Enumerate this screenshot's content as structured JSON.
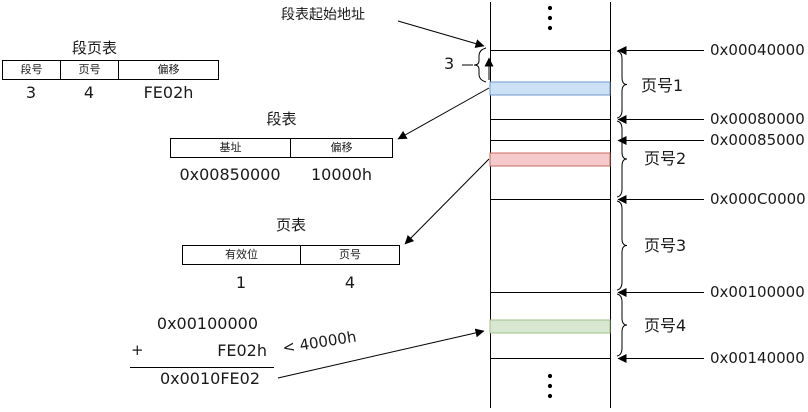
{
  "tables": {
    "seg_page": {
      "title": "段页表",
      "col1": "段号",
      "col2": "页号",
      "col3": "偏移",
      "val1": "3",
      "val2": "4",
      "val3": "FE02h"
    },
    "segment": {
      "title": "段表",
      "col1": "基址",
      "col2": "偏移",
      "val1": "0x00850000",
      "val2": "10000h"
    },
    "page": {
      "title": "页表",
      "col1": "有效位",
      "col2": "页号",
      "val1": "1",
      "val2": "4"
    }
  },
  "labels": {
    "seg_table_start": "段表起始地址",
    "offset_count": "3"
  },
  "addition": {
    "op1": "0x00100000",
    "plus": "+",
    "op2": "FE02h",
    "cmp": "< 40000h",
    "result": "0x0010FE02"
  },
  "memory": {
    "addresses": [
      "0x00040000",
      "0x00080000",
      "0x00085000",
      "0x000C0000",
      "0x00100000",
      "0x00140000"
    ],
    "pages": [
      "页号1",
      "页号2",
      "页号3",
      "页号4"
    ]
  },
  "colors": {
    "line": "#000000",
    "page1_fill": "#cde1f5",
    "page1_border": "#7097cb",
    "page2_fill": "#f4caca",
    "page2_border": "#cb6a60",
    "page4_fill": "#d8e7d0",
    "page4_border": "#a0c088"
  }
}
